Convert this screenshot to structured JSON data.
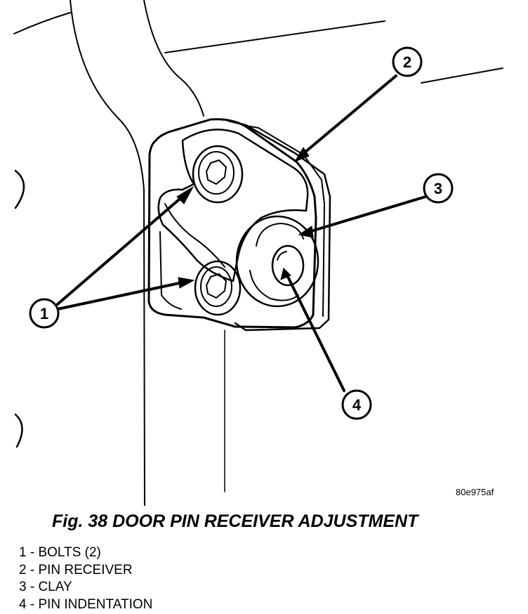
{
  "figure": {
    "code": "80e975af",
    "caption": "Fig. 38 DOOR PIN RECEIVER ADJUSTMENT",
    "callouts": [
      "1",
      "2",
      "3",
      "4"
    ],
    "legend": [
      "1 - BOLTS (2)",
      "2 - PIN RECEIVER",
      "3 - CLAY",
      "4 - PIN INDENTATION"
    ]
  }
}
